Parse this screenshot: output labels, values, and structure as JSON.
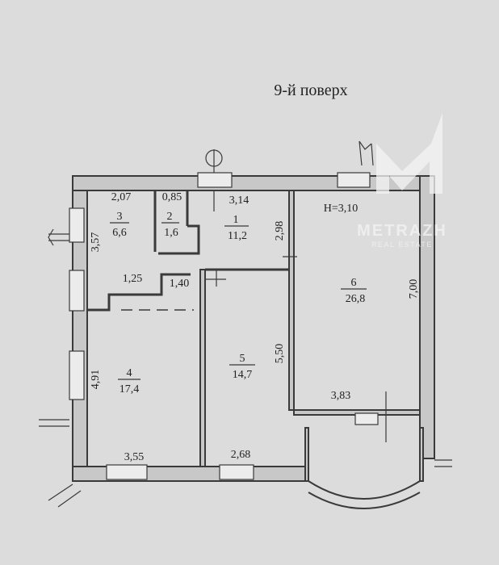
{
  "floor_title": "9-й поверх",
  "ceiling_height": "H=3,10",
  "watermark": {
    "brand": "METRAZH",
    "sub": "REAL ESTATE",
    "color": "#ffffff"
  },
  "rooms": [
    {
      "id": "1",
      "area": "11,2"
    },
    {
      "id": "2",
      "area": "1,6"
    },
    {
      "id": "3",
      "area": "6,6"
    },
    {
      "id": "4",
      "area": "17,4"
    },
    {
      "id": "5",
      "area": "14,7"
    },
    {
      "id": "6",
      "area": "26,8"
    }
  ],
  "dimensions": {
    "top_room3": "2,07",
    "top_room2": "0,85",
    "top_room1": "3,14",
    "left_room3": "3,57",
    "room1_right": "2,98",
    "room3_bottom": "1,25",
    "corridor": "1,40",
    "room6_right": "7,00",
    "room5_right": "5,50",
    "left_room4": "4,91",
    "bottom_room4": "3,55",
    "bottom_room5": "2,68",
    "bottom_room6": "3,83"
  },
  "colors": {
    "background": "#dcdcdc",
    "ink": "#3a3a3a",
    "wall_fill": "#c8c8c8"
  }
}
